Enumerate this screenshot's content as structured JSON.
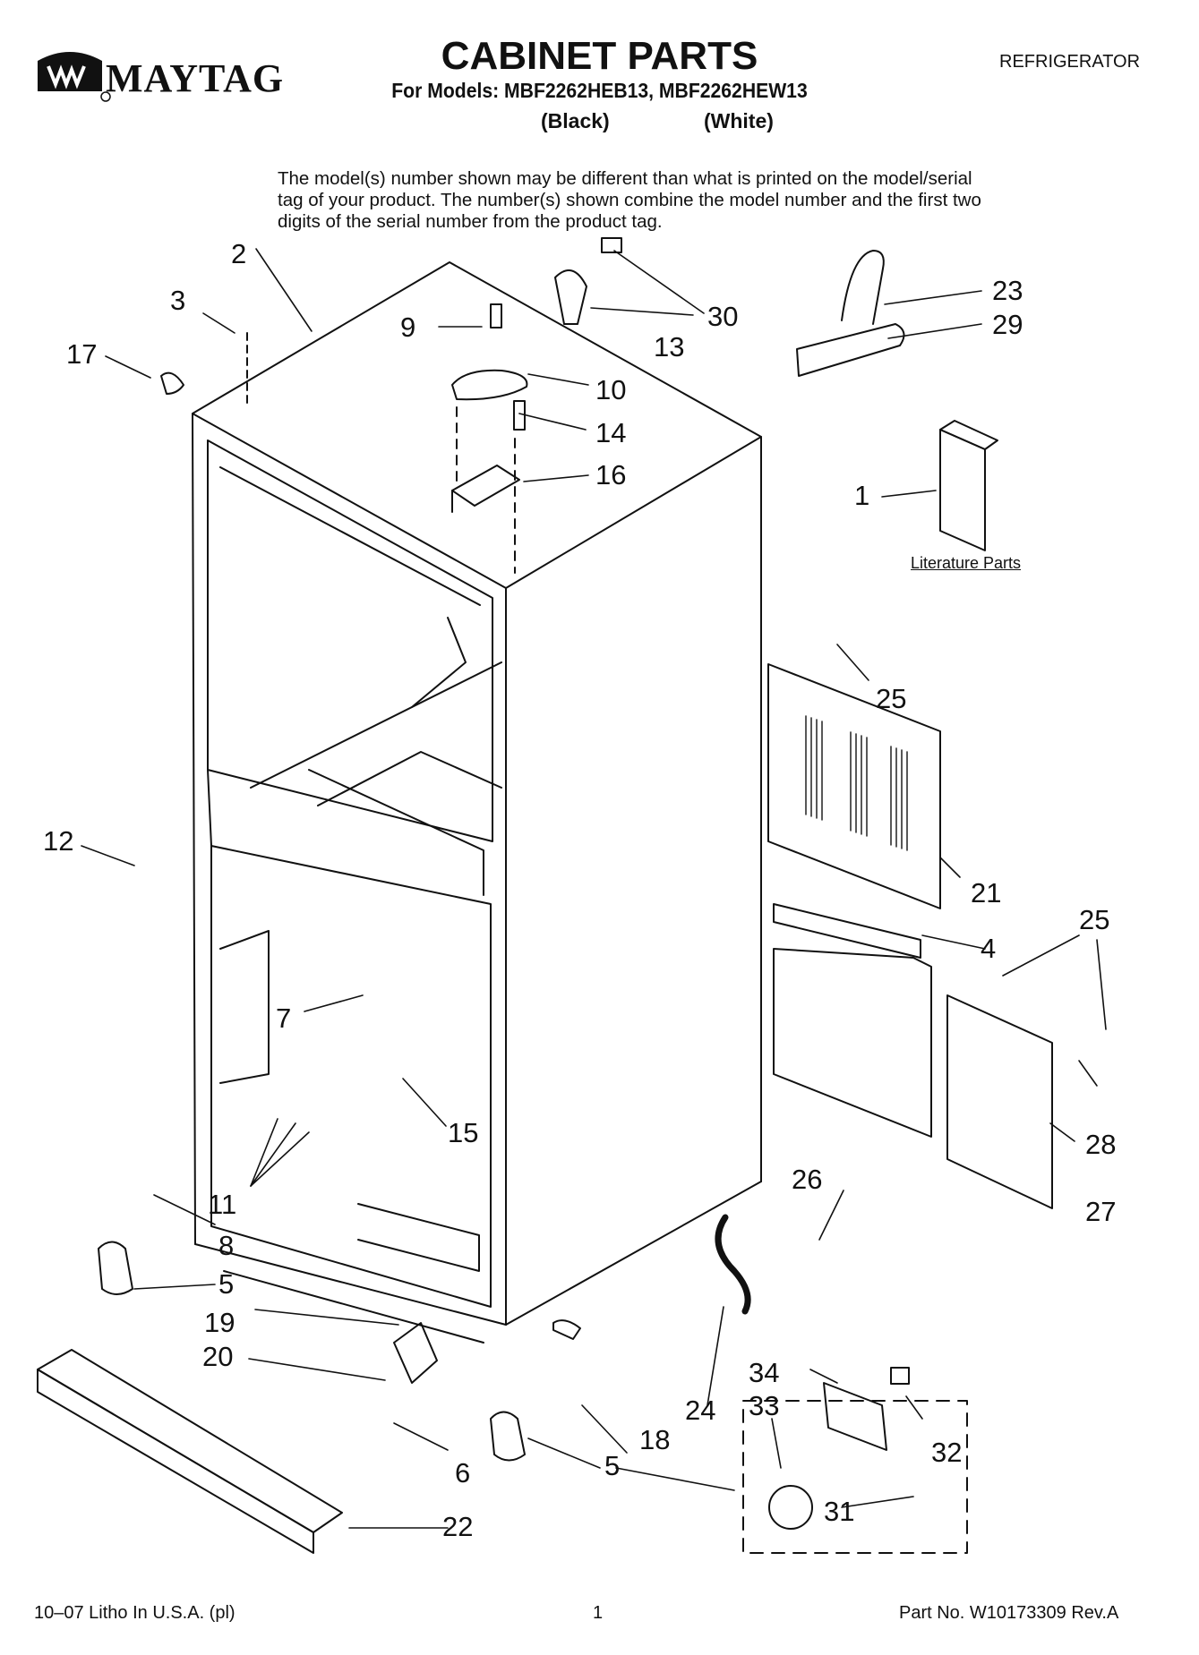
{
  "header": {
    "brand": "MAYTAG",
    "title": "CABINET PARTS",
    "models_line": "For Models: MBF2262HEB13, MBF2262HEW13",
    "color_black": "(Black)",
    "color_white": "(White)",
    "appliance": "REFRIGERATOR"
  },
  "disclaimer": "The model(s) number shown may be different than what is printed on the model/serial tag of your product. The number(s) shown combine the model number and the first two digits of the serial number from the product tag.",
  "literature_label": "Literature Parts",
  "callouts": {
    "c1": "1",
    "c2": "2",
    "c3": "3",
    "c4": "4",
    "c5a": "5",
    "c5b": "5",
    "c6": "6",
    "c7": "7",
    "c8": "8",
    "c9": "9",
    "c10": "10",
    "c11": "11",
    "c12": "12",
    "c13": "13",
    "c14": "14",
    "c15": "15",
    "c16": "16",
    "c17": "17",
    "c18": "18",
    "c19": "19",
    "c20": "20",
    "c21": "21",
    "c22": "22",
    "c23": "23",
    "c24": "24",
    "c25a": "25",
    "c25b": "25",
    "c26": "26",
    "c27": "27",
    "c28": "28",
    "c29": "29",
    "c30": "30",
    "c31": "31",
    "c32": "32",
    "c33": "33",
    "c34": "34"
  },
  "footer": {
    "left": "10–07 Litho In U.S.A. (pl)",
    "page": "1",
    "part_no": "Part No. W10173309 Rev.A"
  }
}
